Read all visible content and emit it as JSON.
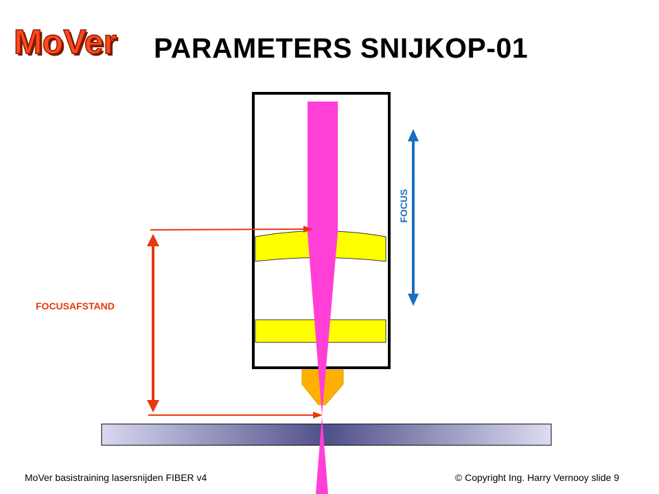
{
  "header": {
    "logo": "MoVer",
    "title": "PARAMETERS SNIJKOP-01"
  },
  "diagram": {
    "focus_label": "FOCUS",
    "focus_distance_label": "FOCUSAFSTAND"
  },
  "footer": {
    "left": "MoVer basistraining lasersnijden  FIBER v4",
    "right": "© Copyright Ing. Harry Vernooy slide 9"
  },
  "colors": {
    "beam": "#ff3fd6",
    "lens": "#ffff00",
    "nozzle": "#ffb000",
    "focus_arrow": "#1a6fc0",
    "distance_arrow": "#e8380d",
    "logo": "#ff4a1c"
  }
}
